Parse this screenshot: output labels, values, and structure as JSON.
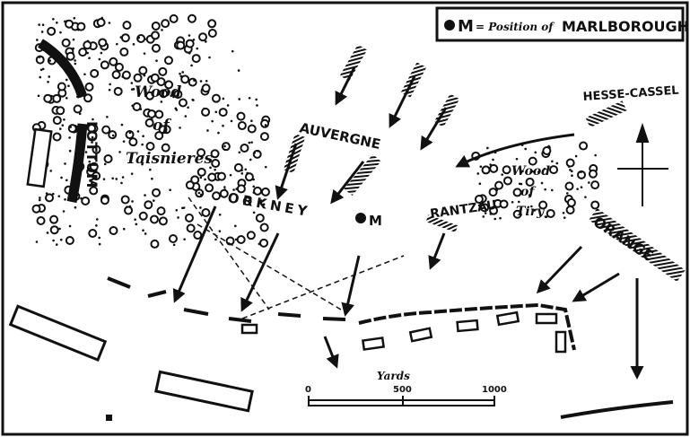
{
  "legend": {
    "symbol": "M",
    "text": "= Position of",
    "name": "MARLBOROUGH"
  },
  "labels": {
    "wood_taisnieres": [
      "Wood",
      "of",
      "Taisnieres"
    ],
    "lottum": "LOTTUM",
    "auvergne": "AUVERGNE",
    "orkney": "ORKNEY",
    "rantzau": "RANTZAU",
    "hesse_cassel": "HESSE-CASSEL",
    "wood_tiry": [
      "Wood",
      "of",
      "Tiry"
    ],
    "orange": "ORANGE",
    "marlborough_marker": "M"
  },
  "scale": {
    "title": "Yards",
    "ticks": [
      "0",
      "500",
      "1000"
    ]
  },
  "colors": {
    "ink": "#111111",
    "paper": "#ffffff"
  }
}
